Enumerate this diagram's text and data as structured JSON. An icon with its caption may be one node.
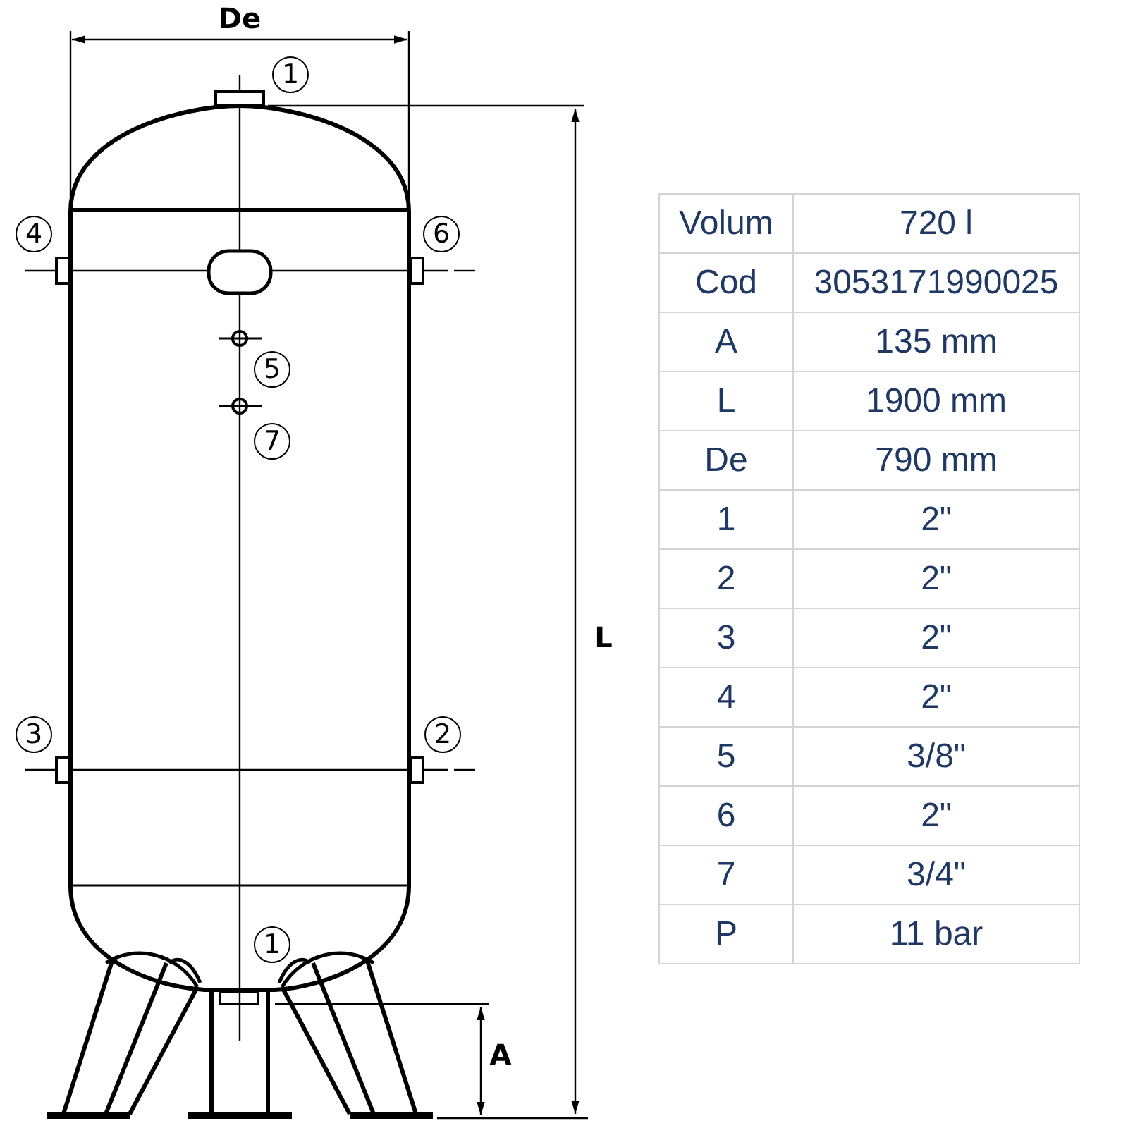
{
  "diagram": {
    "nodes": [
      {
        "text": [
          "1"
        ]
      },
      {
        "text": [
          "4"
        ]
      },
      {
        "text": [
          "6"
        ]
      },
      {
        "text": [
          "5"
        ]
      },
      {
        "text": [
          "7"
        ]
      },
      {
        "text": [
          "3"
        ]
      },
      {
        "text": [
          "2"
        ]
      },
      {
        "text": [
          "1"
        ]
      }
    ],
    "labels": [
      "De",
      "L",
      "A",
      "Volum",
      "720 l",
      "Cod",
      "3053171990025",
      "A",
      "135 mm",
      "L",
      "1900 mm",
      "De",
      "790 mm",
      "1",
      "2\"",
      "2",
      "2\"",
      "3",
      "2\"",
      "4",
      "2\"",
      "5",
      "3/8\"",
      "6",
      "2\"",
      "7",
      "3/4\"",
      "P",
      "11 bar"
    ]
  }
}
